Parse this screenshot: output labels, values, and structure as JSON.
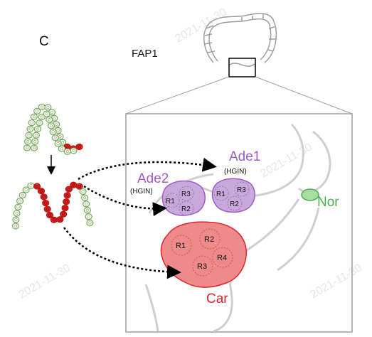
{
  "panel_letter": "C",
  "gene_label": "FAP1",
  "normal_label": "Nor",
  "carcinoma_label": "Car",
  "adenoma1": {
    "name": "Ade1",
    "grade": "(HGIN)",
    "regions": [
      "R1",
      "R3",
      "R2"
    ]
  },
  "adenoma2": {
    "name": "Ade2",
    "grade": "(HGIN)",
    "regions": [
      "R1",
      "R3",
      "R2"
    ]
  },
  "carcinoma_regions": [
    "R1",
    "R2",
    "R3",
    "R4"
  ],
  "watermark_date": "2021-11-30",
  "colors": {
    "adenoma_text": "#a25ac7",
    "adenoma_fill": "#c9a8dc",
    "carcinoma_text": "#e0232a",
    "carcinoma_fill": "#ef8a8a",
    "normal_text": "#4caf50",
    "normal_fill": "#a8dca0",
    "outline_gray": "#bdbdbd",
    "crypt_green": "#6ab04c",
    "crypt_red": "#e02020"
  }
}
